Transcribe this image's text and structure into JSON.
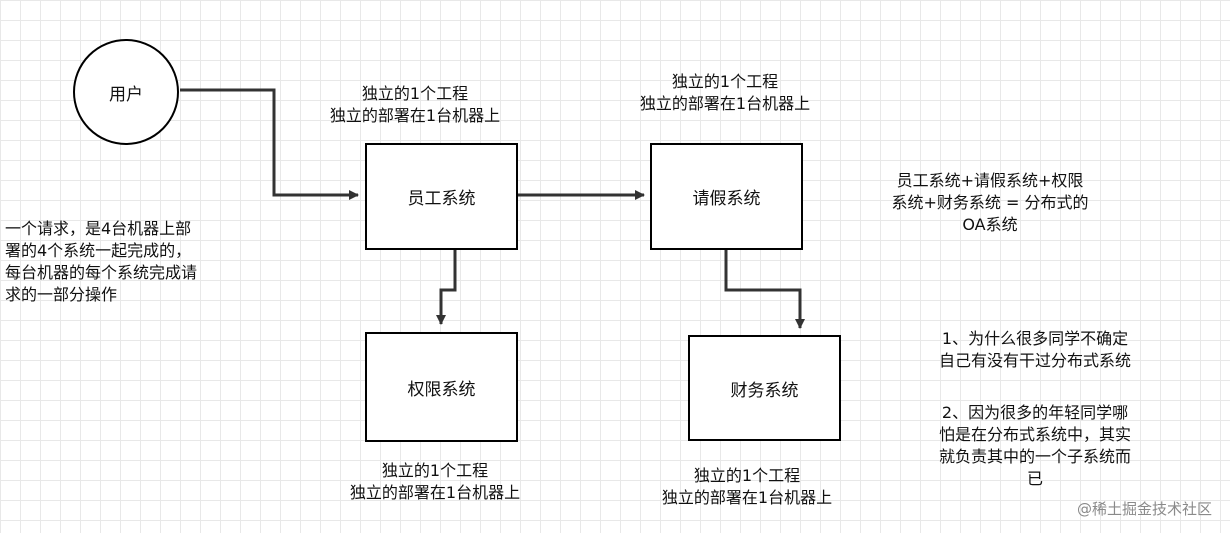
{
  "nodes": {
    "user": "用户",
    "employee": "员工系统",
    "leave": "请假系统",
    "permission": "权限系统",
    "finance": "财务系统"
  },
  "captions": {
    "employee_top": [
      "独立的1个工程",
      "独立的部署在1台机器上"
    ],
    "leave_top": [
      "独立的1个工程",
      "独立的部署在1台机器上"
    ],
    "permission_bottom": [
      "独立的1个工程",
      "独立的部署在1台机器上"
    ],
    "finance_bottom": [
      "独立的1个工程",
      "独立的部署在1台机器上"
    ]
  },
  "notes": {
    "left": [
      "一个请求，是4台机器上部",
      "署的4个系统一起完成的，",
      "每台机器的每个系统完成请",
      "求的一部分操作"
    ],
    "right_top": [
      "员工系统+请假系统+权限",
      "系统+财务系统 = 分布式的",
      "OA系统"
    ],
    "right_bottom_1": [
      "1、为什么很多同学不确定",
      "自己有没有干过分布式系统"
    ],
    "right_bottom_2": [
      "2、因为很多的年轻同学哪",
      "怕是在分布式系统中，其实",
      "就负责其中的一个子系统而",
      "已"
    ]
  },
  "watermark": "@稀土掘金技术社区"
}
